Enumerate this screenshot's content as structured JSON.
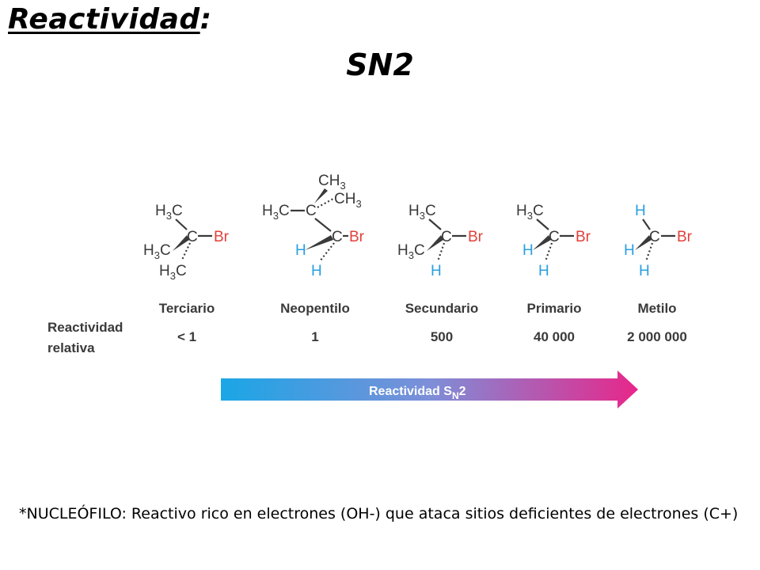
{
  "header": {
    "title": "Reactividad",
    "title_suffix": ":",
    "subtitle": "SN2"
  },
  "relative_label": [
    "Reactividad",
    "relativa"
  ],
  "substrates": [
    {
      "name": "Terciario",
      "value": "< 1"
    },
    {
      "name": "Neopentilo",
      "value": "1"
    },
    {
      "name": "Secundario",
      "value": "500"
    },
    {
      "name": "Primario",
      "value": "40 000"
    },
    {
      "name": "Metilo",
      "value": "2 000 000"
    }
  ],
  "arrow": {
    "label_main": "Reactividad S",
    "label_sub": "N",
    "label_end": "2",
    "color_start": "#1aa6e6",
    "color_end": "#e8268a"
  },
  "atoms": {
    "h3c": "H",
    "three": "3",
    "c": "C",
    "ch": "CH",
    "br": "Br",
    "h": "H"
  },
  "footnote": "*NUCLEÓFILO: Reactivo rico en electrones (OH-) que ataca sitios deficientes de electrones (C+)"
}
